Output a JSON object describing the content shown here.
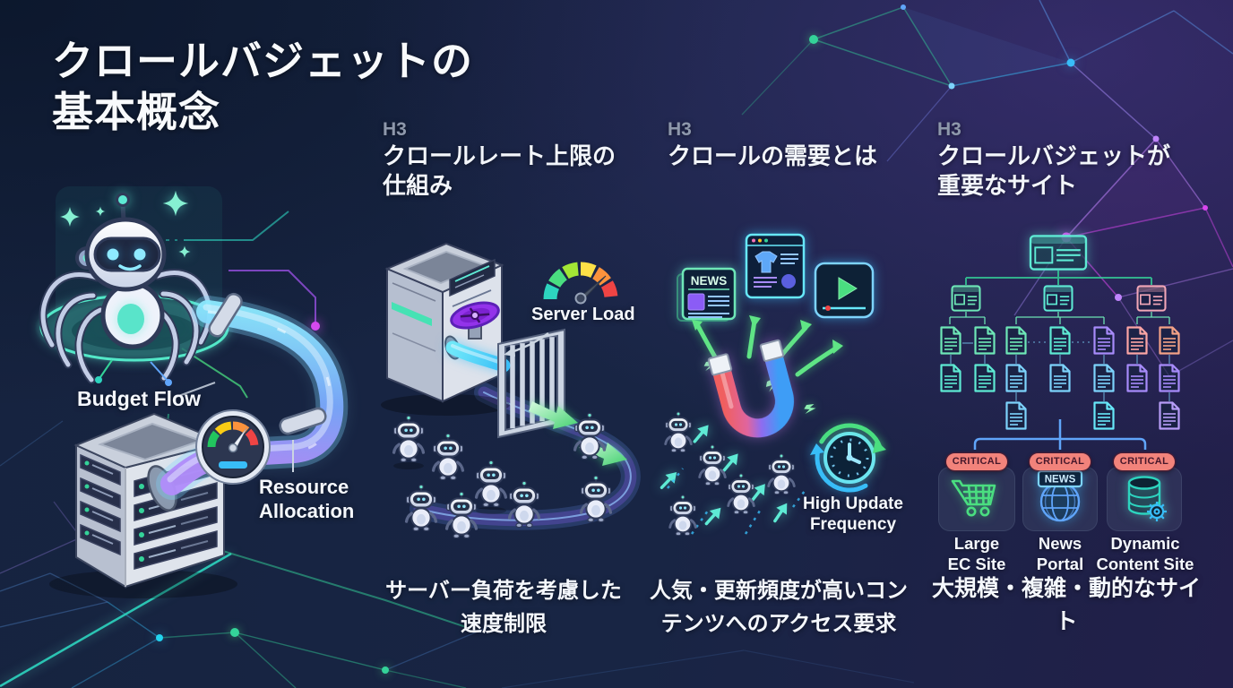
{
  "title": {
    "line1": "クロールバジェットの",
    "line2": "基本概念"
  },
  "left_illustration": {
    "budget_flow_label": "Budget Flow",
    "resource_allocation_line1": "Resource",
    "resource_allocation_line2": "Allocation"
  },
  "col_rate_limit": {
    "tag": "H3",
    "heading_line1": "クロールレート上限の",
    "heading_line2": "仕組み",
    "server_load_label": "Server Load",
    "caption_line1": "サーバー負荷を考慮した",
    "caption_line2": "速度制限"
  },
  "col_demand": {
    "tag": "H3",
    "heading": "クロールの需要とは",
    "news_label": "NEWS",
    "high_update_line1": "High Update",
    "high_update_line2": "Frequency",
    "caption_line1": "人気・更新頻度が高いコン",
    "caption_line2": "テンツへのアクセス要求"
  },
  "col_sites": {
    "tag": "H3",
    "heading_line1": "クロールバジェットが",
    "heading_line2": "重要なサイト",
    "badge": "CRITICAL",
    "news_label": "NEWS",
    "sites": [
      {
        "line1": "Large",
        "line2": "EC Site"
      },
      {
        "line1": "News",
        "line2": "Portal"
      },
      {
        "line1": "Dynamic",
        "line2": "Content Site"
      }
    ],
    "caption": "大規模・複雑・動的なサイト"
  },
  "icons": {
    "crawler-spider-robot-icon": "cartoon robot with spider legs on glowing pad",
    "robot-icon": "small round crawler bot",
    "pipe-icon": "glowing budget pipe",
    "speedometer-gauge-icon": "dial with green-to-red arc and needle",
    "server-tower-icon": "isometric server rack",
    "valve-icon": "purple valve wheel",
    "rate-gate-icon": "barred gate",
    "green-arrow-icon": "glowing green flow arrow",
    "magnet-icon": "red/blue horseshoe magnet",
    "news-article-icon": "newspaper page",
    "ecommerce-page-icon": "browser page with t-shirt",
    "video-player-icon": "player with play button",
    "clock-refresh-icon": "clock with circular update arrows",
    "sitemap-tree-icon": "site hierarchy of pages and documents",
    "shopping-cart-icon": "outlined cart",
    "globe-news-icon": "globe with NEWS banner",
    "database-gear-icon": "db cylinder with gear"
  },
  "colors": {
    "background": "#16233f",
    "background_purple": "#221f4a",
    "accent_teal": "#3ee6c0",
    "accent_green": "#6ee787",
    "accent_blue": "#38bdf8",
    "accent_purple": "#a78bfa",
    "accent_magenta": "#d946ef",
    "critical_badge": "#f2837b",
    "gauge_red": "#ef4444",
    "gauge_yellow": "#fde047",
    "heading_gray": "#8e98ab"
  }
}
